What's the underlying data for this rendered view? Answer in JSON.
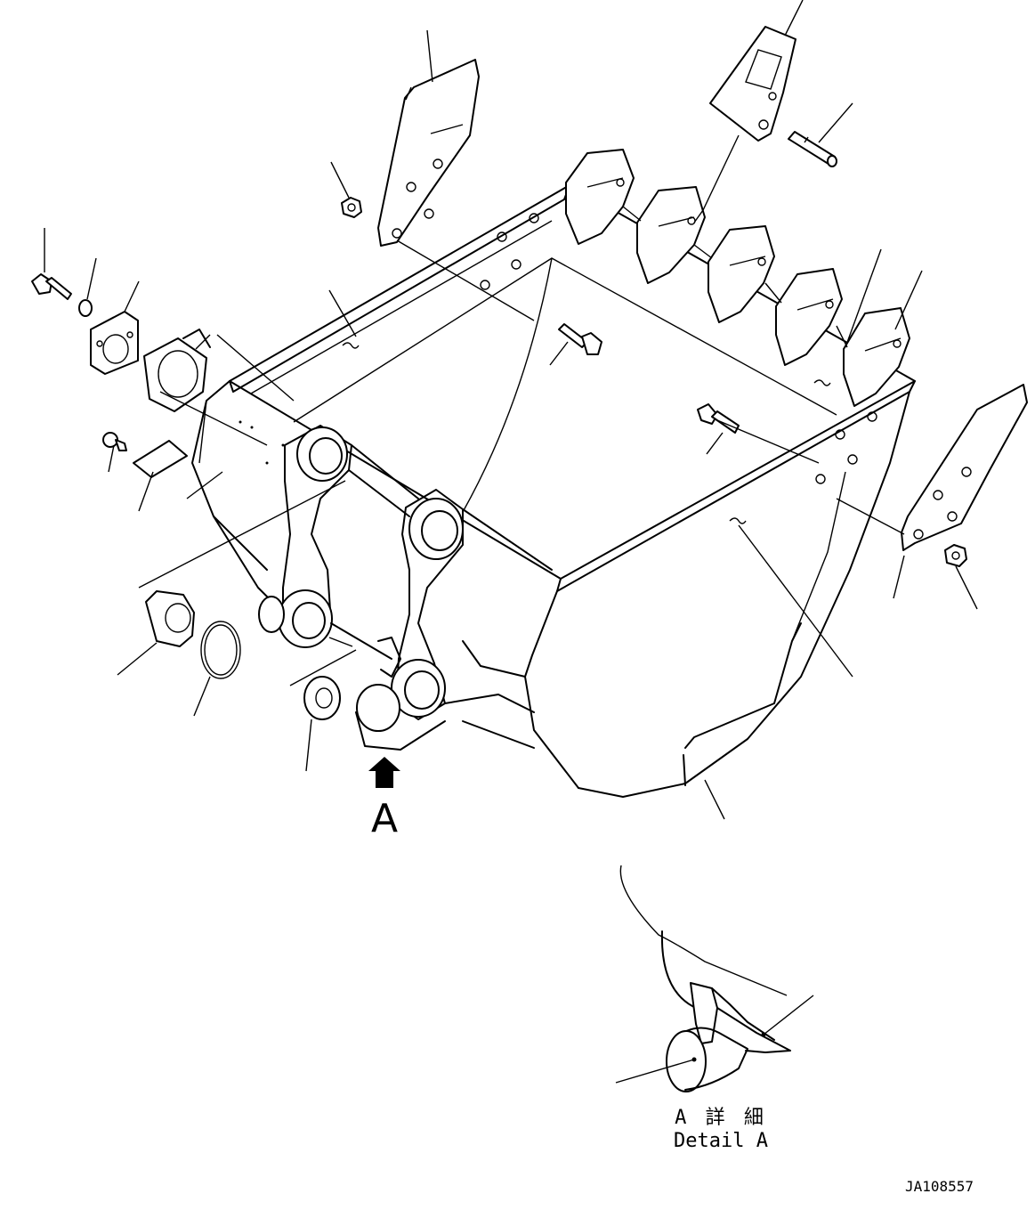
{
  "view_marker": {
    "letter": "A"
  },
  "detail_caption": {
    "jp": "A 詳 細",
    "en": "Detail A"
  },
  "drawing_number": "JA108557",
  "colors": {
    "line": "#000000",
    "background": "#ffffff"
  }
}
